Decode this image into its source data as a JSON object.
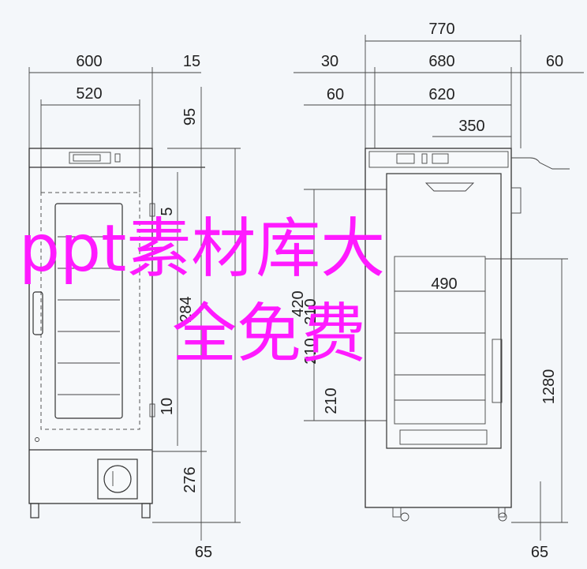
{
  "drawing": {
    "left_view": {
      "width_total": "600",
      "inner_width": "520",
      "side_offset": "15",
      "top_gap": "95",
      "shelf_gap": "5",
      "mid_height": "284",
      "lower_gap": "10",
      "base_height": "276",
      "foot_gap": "65"
    },
    "right_view": {
      "overall_width": "770",
      "left_gap": "30",
      "body_width": "680",
      "right_gap": "60",
      "left_inset": "60",
      "inner_width": "620",
      "shelf_span": "350",
      "shelf_height_1": "420",
      "shelf_height_2": "210",
      "shelf_height_3": "210",
      "shelf_height_4": "210",
      "shelf_width": "490",
      "interior_height": "1280",
      "foot_gap": "65"
    }
  },
  "watermark": {
    "line1": "ppt素材库大",
    "line2": "全免费",
    "color": "#ff1aff"
  }
}
